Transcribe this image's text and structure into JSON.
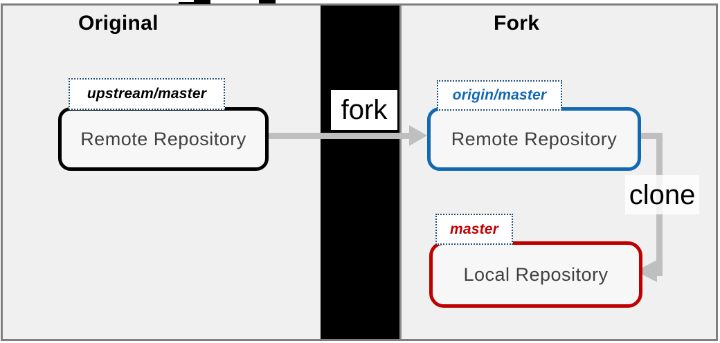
{
  "diagram": {
    "left": {
      "title": "Original",
      "branch_label": "upstream/master",
      "node": "Remote Repository"
    },
    "right": {
      "title": "Fork",
      "remote_branch_label": "origin/master",
      "remote_node": "Remote Repository",
      "local_branch_label": "master",
      "local_node": "Local Repository"
    },
    "edges": {
      "fork": "fork",
      "clone": "clone"
    }
  },
  "colors": {
    "accent_blue": "#1268b3",
    "accent_red": "#c00000",
    "tag_dot": "#1f4e79",
    "arrow_gray": "#bfbfbf",
    "frame_gray": "#7f7f7f",
    "divider_black": "#000000",
    "node_text": "#404040",
    "canvas": "#f0f0f0",
    "ink": "#000000"
  }
}
